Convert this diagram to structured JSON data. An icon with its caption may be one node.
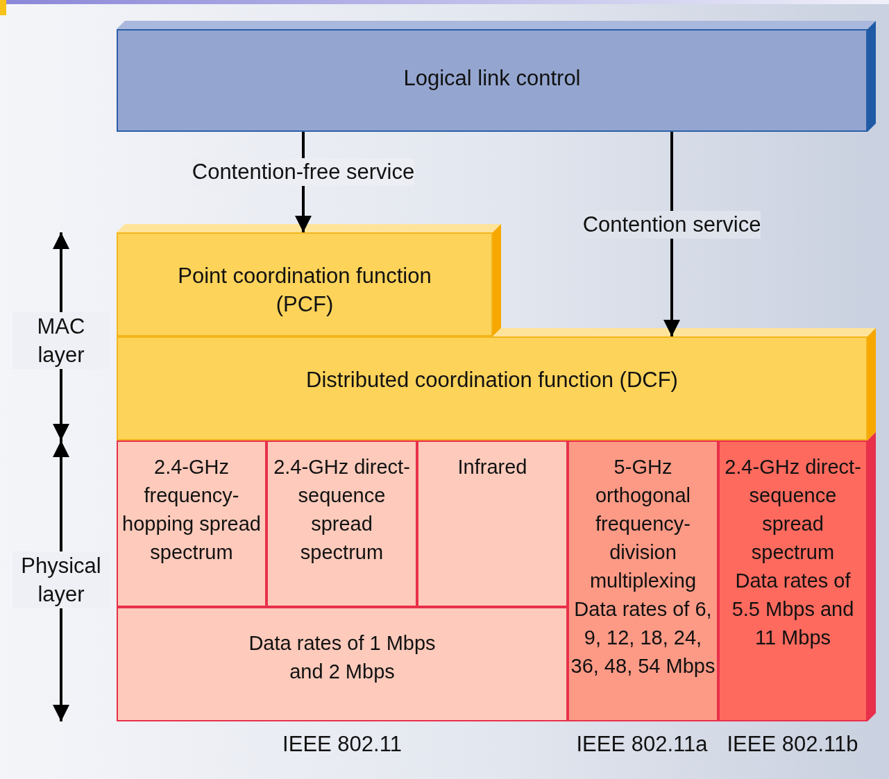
{
  "diagram": {
    "nodes": [
      {
        "text": [
          "Logical link control"
        ]
      },
      {
        "text": [
          "Point coordination function (PCF)"
        ]
      },
      {
        "text": [
          "Distributed coordination function (DCF)"
        ]
      },
      {
        "text": [
          "2.4-GHz frequency-hopping spread spectrum"
        ]
      },
      {
        "text": [
          "2.4-GHz direct-sequence spread spectrum"
        ]
      },
      {
        "text": [
          "Infrared"
        ]
      },
      {
        "text": [
          "Data rates of 1 Mbps and 2 Mbps"
        ]
      },
      {
        "text": [
          "5-GHz orthogonal frequency-division multiplexing",
          "Data rates of 6, 9, 12, 18, 24, 36, 48, 54 Mbps"
        ]
      },
      {
        "text": [
          "2.4-GHz direct-sequence spread spectrum",
          "Data rates of 5.5 Mbps and 11 Mbps"
        ]
      }
    ],
    "edges": [
      {
        "from": 0,
        "to": 1,
        "arrow": "to",
        "label": "Contention-free service"
      },
      {
        "from": 0,
        "to": 2,
        "arrow": "to",
        "label": "Contention service"
      }
    ],
    "labels": [
      "MAC layer",
      "Physical layer",
      "IEEE 802.11",
      "IEEE 802.11a",
      "IEEE 802.11b"
    ]
  }
}
